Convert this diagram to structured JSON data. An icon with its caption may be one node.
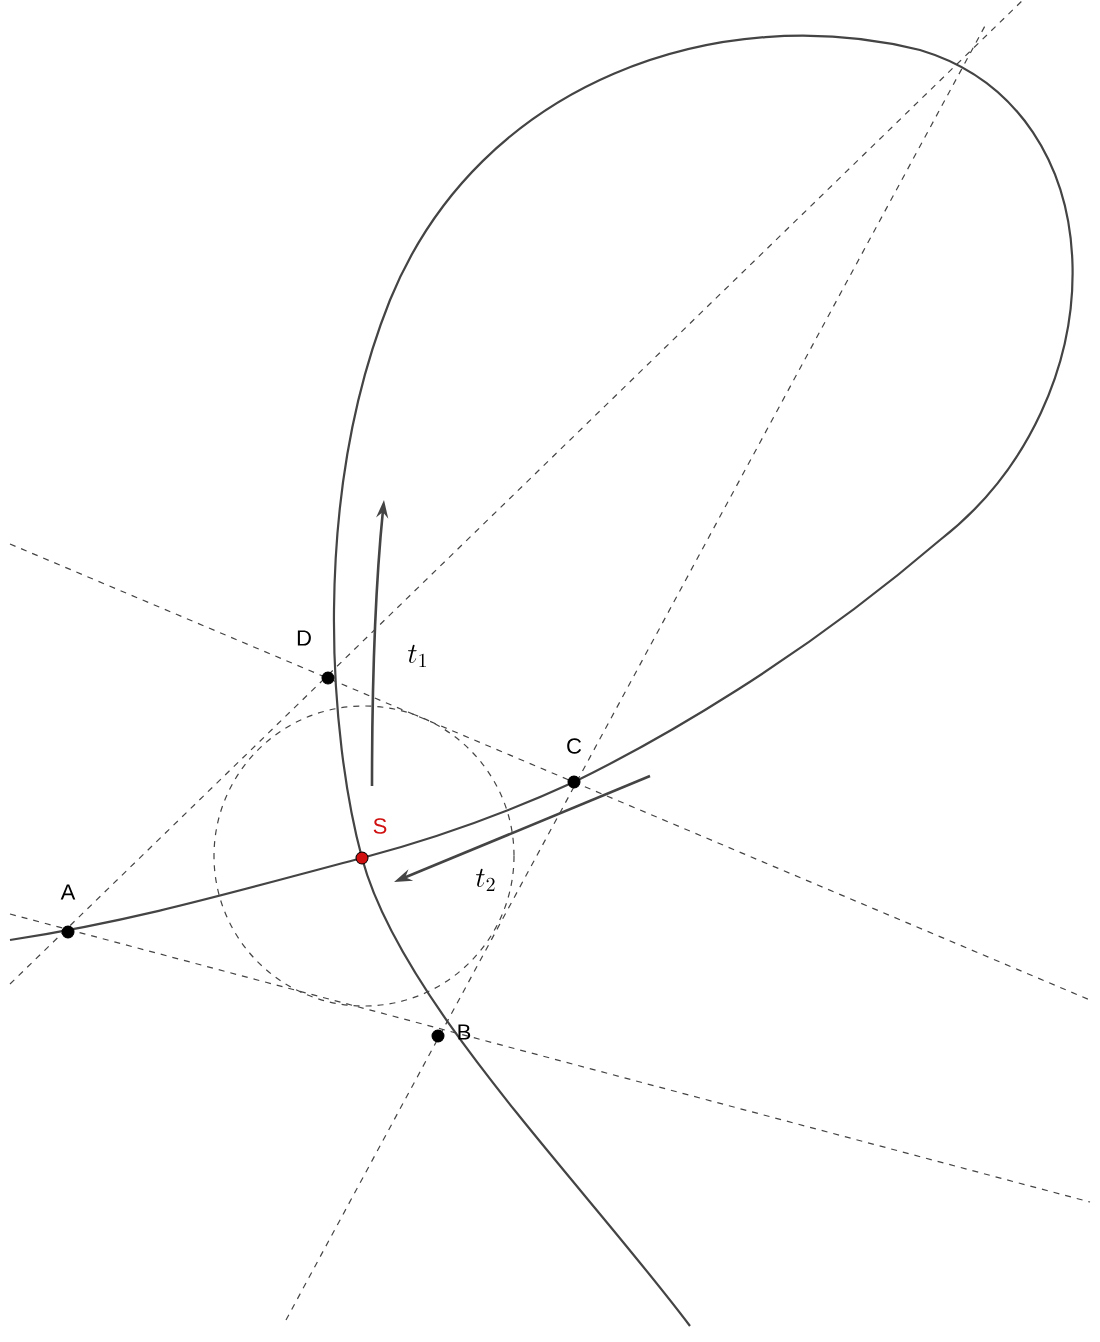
{
  "diagram": {
    "nodes": [
      {
        "text": [
          "A"
        ]
      },
      {
        "text": [
          "B"
        ]
      },
      {
        "text": [
          "C"
        ]
      },
      {
        "text": [
          "D"
        ]
      },
      {
        "text": [
          "S"
        ]
      }
    ],
    "labels": [
      "t_1",
      "t_2"
    ]
  }
}
